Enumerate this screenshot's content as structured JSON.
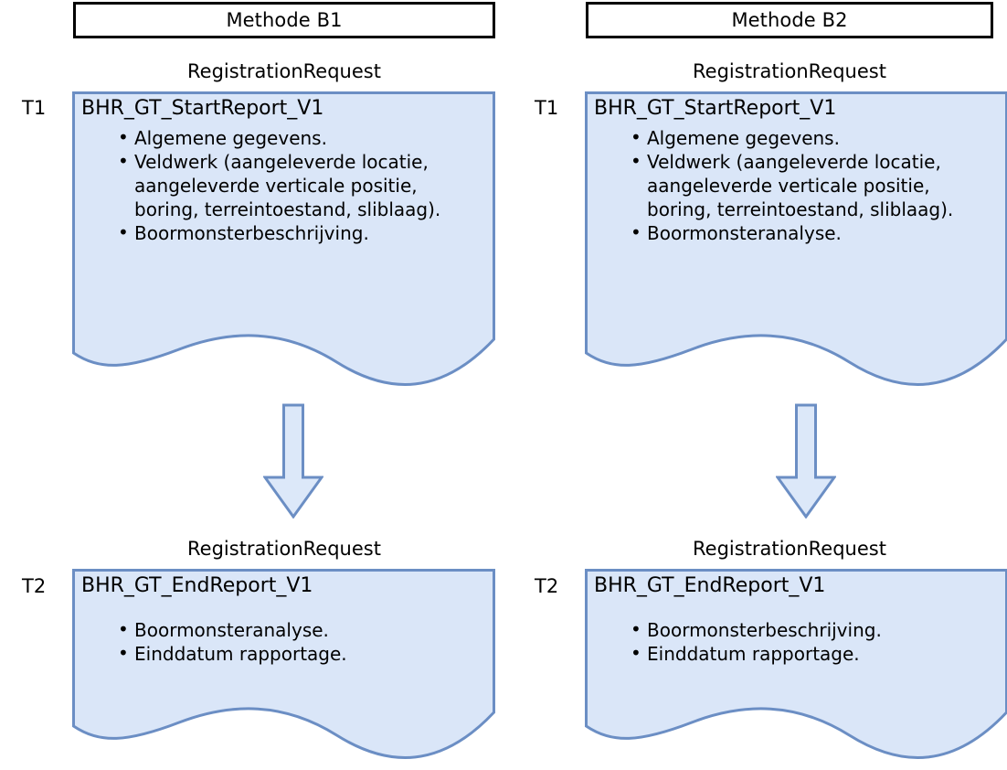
{
  "palette": {
    "doc_fill": "#dae6f8",
    "doc_stroke": "#6b8ec4",
    "arrow_fill": "#dce8f9",
    "arrow_stroke": "#6b8ec4",
    "header_border": "#000000",
    "page_background": "#ffffff",
    "text": "#000000"
  },
  "columns": [
    {
      "id": "b1",
      "header": "Methode B1",
      "steps": [
        {
          "time_label": "T1",
          "caption": "RegistrationRequest",
          "title": "BHR_GT_StartReport_V1",
          "bullets": [
            "Algemene gegevens.",
            "Veldwerk (aangeleverde locatie, aangeleverde verticale positie, boring, terreintoestand, sliblaag).",
            "Boormonsterbeschrijving."
          ]
        },
        {
          "time_label": "T2",
          "caption": "RegistrationRequest",
          "title": "BHR_GT_EndReport_V1",
          "bullets": [
            "Boormonsteranalyse.",
            "Einddatum rapportage."
          ]
        }
      ],
      "connector": "down-arrow"
    },
    {
      "id": "b2",
      "header": "Methode B2",
      "steps": [
        {
          "time_label": "T1",
          "caption": "RegistrationRequest",
          "title": "BHR_GT_StartReport_V1",
          "bullets": [
            "Algemene gegevens.",
            "Veldwerk (aangeleverde locatie, aangeleverde verticale positie, boring, terreintoestand, sliblaag).",
            "Boormonsteranalyse."
          ]
        },
        {
          "time_label": "T2",
          "caption": "RegistrationRequest",
          "title": "BHR_GT_EndReport_V1",
          "bullets": [
            "Boormonsterbeschrijving.",
            "Einddatum rapportage."
          ]
        }
      ],
      "connector": "down-arrow"
    }
  ]
}
